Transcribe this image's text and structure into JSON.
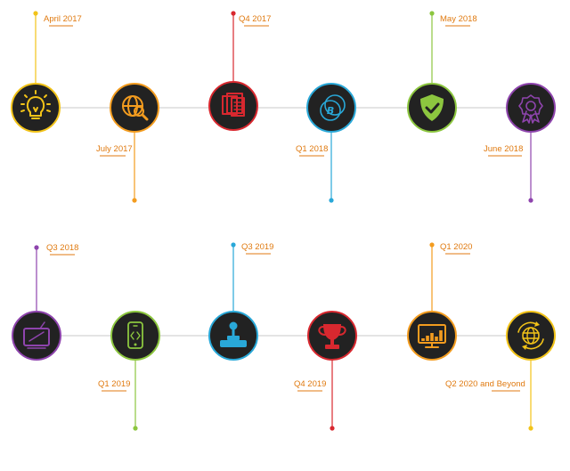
{
  "rows": [
    {
      "nodes": [
        {
          "label": "April 2017",
          "icon": "lightbulb-icon",
          "accent": "#f2c318"
        },
        {
          "label": "July 2017",
          "icon": "web-search-icon",
          "accent": "#f39c1f"
        },
        {
          "label": "Q4 2017",
          "icon": "documents-icon",
          "accent": "#d8282f"
        },
        {
          "label": "Q1 2018",
          "icon": "bitcoin-coins-icon",
          "accent": "#29a8d8"
        },
        {
          "label": "May 2018",
          "icon": "shield-check-icon",
          "accent": "#8cc63f"
        },
        {
          "label": "June 2018",
          "icon": "award-badge-icon",
          "accent": "#8e44ad"
        }
      ]
    },
    {
      "nodes": [
        {
          "label": "Q3 2018",
          "icon": "tv-screen-icon",
          "accent": "#8e44ad"
        },
        {
          "label": "Q1 2019",
          "icon": "mobile-code-icon",
          "accent": "#8cc63f"
        },
        {
          "label": "Q3 2019",
          "icon": "joystick-icon",
          "accent": "#29a8d8"
        },
        {
          "label": "Q4 2019",
          "icon": "trophy-icon",
          "accent": "#d8282f"
        },
        {
          "label": "Q1 2020",
          "icon": "monitor-chart-icon",
          "accent": "#f39c1f"
        },
        {
          "label": "Q2 2020 and Beyond",
          "icon": "globe-exchange-icon",
          "accent": "#f2c318"
        }
      ]
    }
  ],
  "colors": {
    "circle_fill": "#222222",
    "connector": "#c8c8c8",
    "label_text": "#e07a10"
  }
}
